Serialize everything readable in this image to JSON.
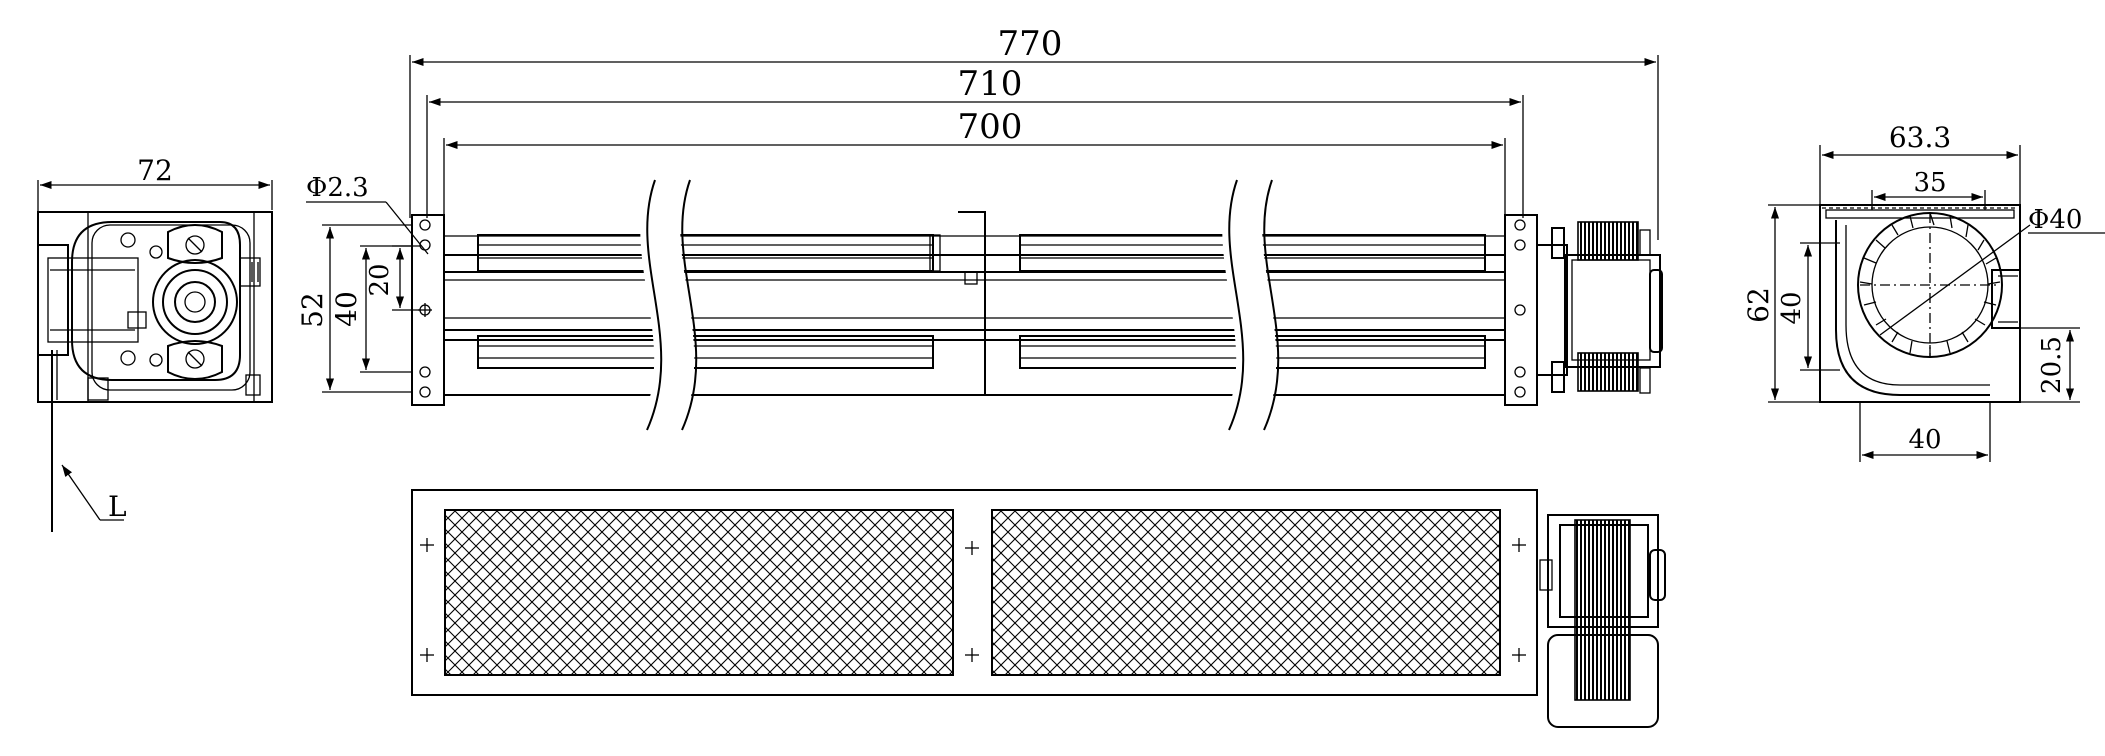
{
  "top_view": {
    "overall_length": "770",
    "mount_length": "710",
    "impeller_length": "700",
    "hole_label": "Φ2.3",
    "height_outer": "52",
    "height_inner": "40",
    "height_small": "20"
  },
  "left_view": {
    "width": "72",
    "lead_label": "L"
  },
  "right_view": {
    "width": "63.3",
    "inner_width": "35",
    "diameter_label": "Φ40",
    "height": "62",
    "inner_height": "40",
    "outlet_height": "20.5",
    "outlet_width": "40"
  }
}
